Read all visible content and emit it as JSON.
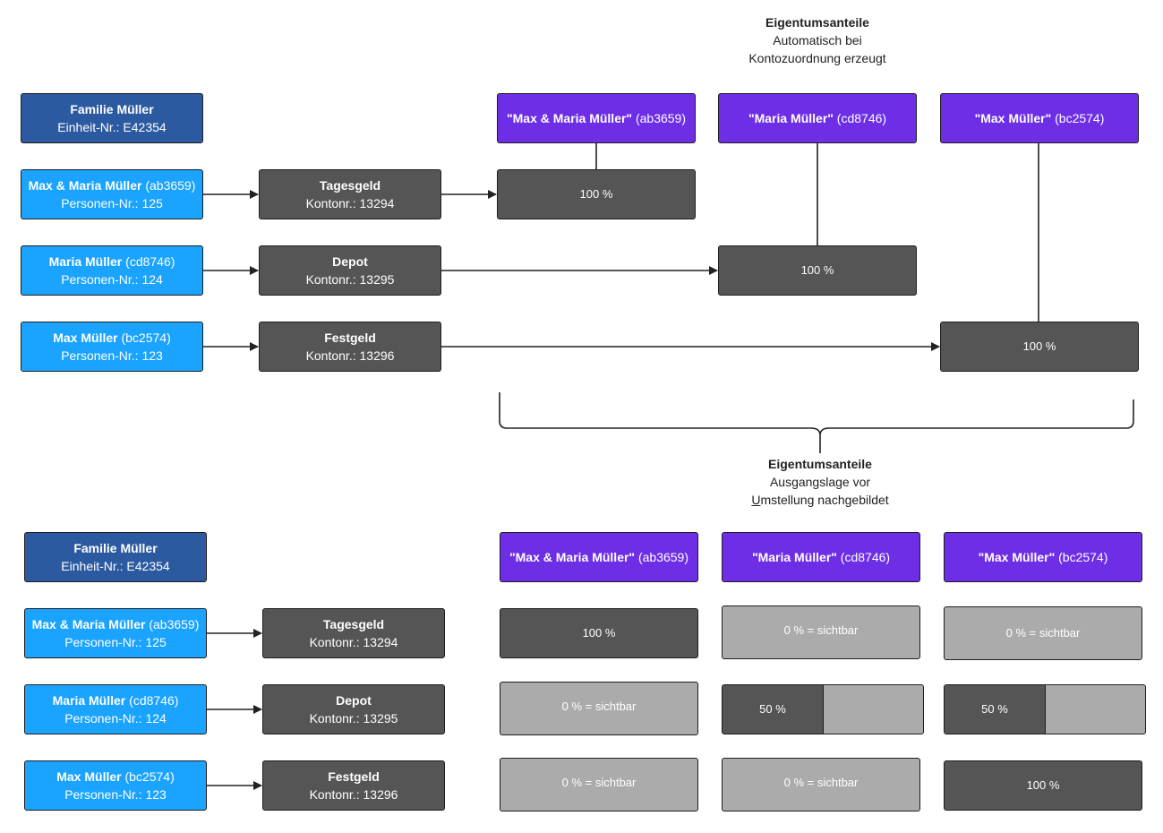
{
  "top": {
    "note": {
      "title": "Eigentumsanteile",
      "line1": "Automatisch bei",
      "line2": "Kontozuordnung erzeugt"
    },
    "family": {
      "title": "Familie Müller",
      "sub": "Einheit-Nr.: E42354"
    },
    "persons": [
      {
        "name": "Max & Maria Müller",
        "code": "(ab3659)",
        "sub": "Personen-Nr.: 125"
      },
      {
        "name": "Maria Müller",
        "code": "(cd8746)",
        "sub": "Personen-Nr.: 124"
      },
      {
        "name": "Max Müller",
        "code": "(bc2574)",
        "sub": "Personen-Nr.: 123"
      }
    ],
    "accounts": [
      {
        "name": "Tagesgeld",
        "sub": "Kontonr.: 13294"
      },
      {
        "name": "Depot",
        "sub": "Kontonr.: 13295"
      },
      {
        "name": "Festgeld",
        "sub": "Kontonr.: 13296"
      }
    ],
    "owners": [
      {
        "name": "\"Max & Maria Müller\"",
        "code": "(ab3659)"
      },
      {
        "name": "\"Maria Müller\"",
        "code": "(cd8746)"
      },
      {
        "name": "\"Max Müller\"",
        "code": "(bc2574)"
      }
    ],
    "shares": [
      "100 %",
      "100 %",
      "100 %"
    ]
  },
  "bottom": {
    "note": {
      "title": "Eigentumsanteile",
      "line1": "Ausgangslage vor",
      "line2_first": "U",
      "line2_rest": "mstellung nachgebildet"
    },
    "family": {
      "title": "Familie Müller",
      "sub": "Einheit-Nr.: E42354"
    },
    "persons": [
      {
        "name": "Max & Maria Müller",
        "code": "(ab3659)",
        "sub": "Personen-Nr.: 125"
      },
      {
        "name": "Maria Müller",
        "code": "(cd8746)",
        "sub": "Personen-Nr.: 124"
      },
      {
        "name": "Max Müller",
        "code": "(bc2574)",
        "sub": "Personen-Nr.: 123"
      }
    ],
    "accounts": [
      {
        "name": "Tagesgeld",
        "sub": "Kontonr.: 13294"
      },
      {
        "name": "Depot",
        "sub": "Kontonr.: 13295"
      },
      {
        "name": "Festgeld",
        "sub": "Kontonr.: 13296"
      }
    ],
    "owners": [
      {
        "name": "\"Max & Maria Müller\"",
        "code": "(ab3659)"
      },
      {
        "name": "\"Maria Müller\"",
        "code": "(cd8746)"
      },
      {
        "name": "\"Max Müller\"",
        "code": "(bc2574)"
      }
    ],
    "matrix": {
      "tagesgeld": [
        "100 %",
        "0 % = sichtbar",
        "0 % = sichtbar"
      ],
      "depot": [
        "0 % = sichtbar",
        "50 %",
        "50 %"
      ],
      "festgeld": [
        "0 % = sichtbar",
        "0 % = sichtbar",
        "100 %"
      ]
    },
    "depot_split_fraction": 0.5
  },
  "colors": {
    "family": "#2c5aa0",
    "person": "#1aa3ff",
    "account": "#555555",
    "owner": "#6d2ee6",
    "share_full": "#555555",
    "share_zero": "#ababab"
  }
}
